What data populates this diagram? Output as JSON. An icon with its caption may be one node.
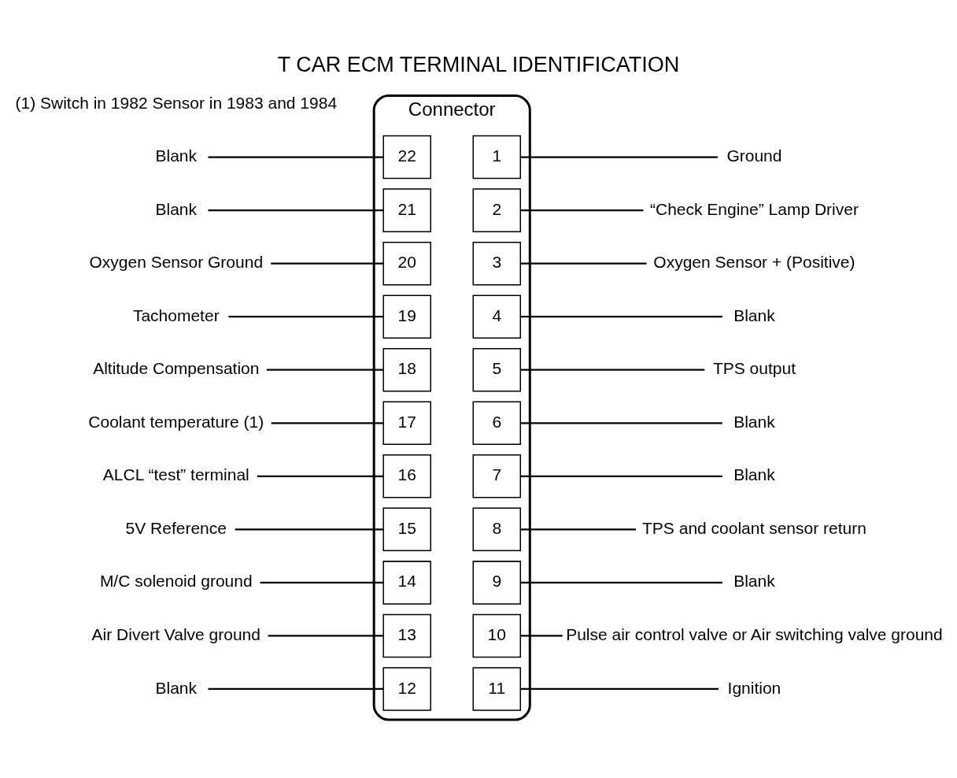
{
  "diagram": {
    "title": "T CAR ECM TERMINAL IDENTIFICATION",
    "nodes": [
      {
        "text": [
          "Connector"
        ]
      },
      {
        "text": [
          "Blank"
        ]
      },
      {
        "text": [
          "22"
        ],
        "in": 0
      },
      {
        "text": [
          "1"
        ],
        "in": 0
      },
      {
        "text": [
          "Ground"
        ]
      },
      {
        "text": [
          "Blank"
        ]
      },
      {
        "text": [
          "21"
        ],
        "in": 0
      },
      {
        "text": [
          "2"
        ],
        "in": 0
      },
      {
        "text": [
          "“Check Engine” Lamp Driver"
        ]
      },
      {
        "text": [
          "Oxygen Sensor Ground"
        ]
      },
      {
        "text": [
          "20"
        ],
        "in": 0
      },
      {
        "text": [
          "3"
        ],
        "in": 0
      },
      {
        "text": [
          "Oxygen Sensor + (Positive)"
        ]
      },
      {
        "text": [
          "Tachometer"
        ]
      },
      {
        "text": [
          "19"
        ],
        "in": 0
      },
      {
        "text": [
          "4"
        ],
        "in": 0
      },
      {
        "text": [
          "Blank"
        ]
      },
      {
        "text": [
          "Altitude Compensation"
        ]
      },
      {
        "text": [
          "18"
        ],
        "in": 0
      },
      {
        "text": [
          "5"
        ],
        "in": 0
      },
      {
        "text": [
          "TPS output"
        ]
      },
      {
        "text": [
          "Coolant temperature (1)"
        ]
      },
      {
        "text": [
          "17"
        ],
        "in": 0
      },
      {
        "text": [
          "6"
        ],
        "in": 0
      },
      {
        "text": [
          "Blank"
        ]
      },
      {
        "text": [
          "ALCL “test” terminal"
        ]
      },
      {
        "text": [
          "16"
        ],
        "in": 0
      },
      {
        "text": [
          "7"
        ],
        "in": 0
      },
      {
        "text": [
          "Blank"
        ]
      },
      {
        "text": [
          "5V Reference"
        ]
      },
      {
        "text": [
          "15"
        ],
        "in": 0
      },
      {
        "text": [
          "8"
        ],
        "in": 0
      },
      {
        "text": [
          "TPS and coolant sensor return"
        ]
      },
      {
        "text": [
          "M/C solenoid ground"
        ]
      },
      {
        "text": [
          "14"
        ],
        "in": 0
      },
      {
        "text": [
          "9"
        ],
        "in": 0
      },
      {
        "text": [
          "Blank"
        ]
      },
      {
        "text": [
          "Air Divert Valve ground"
        ]
      },
      {
        "text": [
          "13"
        ],
        "in": 0
      },
      {
        "text": [
          "10"
        ],
        "in": 0
      },
      {
        "text": [
          "Pulse air control valve or Air switching valve ground"
        ]
      },
      {
        "text": [
          "Blank"
        ]
      },
      {
        "text": [
          "12"
        ],
        "in": 0
      },
      {
        "text": [
          "11"
        ],
        "in": 0
      },
      {
        "text": [
          "Ignition"
        ]
      }
    ],
    "edges": [
      {
        "from": 1,
        "to": 2,
        "arrow": "none"
      },
      {
        "from": 3,
        "to": 4,
        "arrow": "none"
      },
      {
        "from": 5,
        "to": 6,
        "arrow": "none"
      },
      {
        "from": 7,
        "to": 8,
        "arrow": "none"
      },
      {
        "from": 9,
        "to": 10,
        "arrow": "none"
      },
      {
        "from": 11,
        "to": 12,
        "arrow": "none"
      },
      {
        "from": 13,
        "to": 14,
        "arrow": "none"
      },
      {
        "from": 15,
        "to": 16,
        "arrow": "none"
      },
      {
        "from": 17,
        "to": 18,
        "arrow": "none"
      },
      {
        "from": 19,
        "to": 20,
        "arrow": "none"
      },
      {
        "from": 21,
        "to": 22,
        "arrow": "none"
      },
      {
        "from": 23,
        "to": 24,
        "arrow": "none"
      },
      {
        "from": 25,
        "to": 26,
        "arrow": "none"
      },
      {
        "from": 27,
        "to": 28,
        "arrow": "none"
      },
      {
        "from": 29,
        "to": 30,
        "arrow": "none"
      },
      {
        "from": 31,
        "to": 32,
        "arrow": "none"
      },
      {
        "from": 33,
        "to": 34,
        "arrow": "none"
      },
      {
        "from": 35,
        "to": 36,
        "arrow": "none"
      },
      {
        "from": 37,
        "to": 38,
        "arrow": "none"
      },
      {
        "from": 39,
        "to": 40,
        "arrow": "none"
      },
      {
        "from": 41,
        "to": 42,
        "arrow": "none"
      },
      {
        "from": 43,
        "to": 44,
        "arrow": "none"
      }
    ],
    "labels": [
      "(1) Switch in 1982 Sensor in 1983 and 1984"
    ]
  }
}
